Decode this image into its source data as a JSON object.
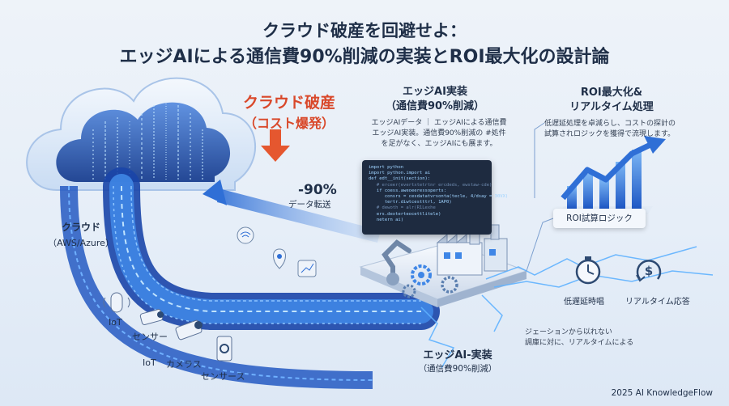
{
  "title": {
    "line1": "クラウド破産を回避せよ：",
    "line2": "エッジAIによる通信費90%削減の実装とROI最大化の設計論"
  },
  "cloud_bust": {
    "line1": "クラウド破産",
    "line2": "（コスト爆発）"
  },
  "cloud": {
    "label": "クラウド",
    "sub": "（AWS/Azure）"
  },
  "reduction": {
    "value": "-90%",
    "label": "データ転送"
  },
  "edge_impl": {
    "title1": "エッジAI実装",
    "title2": "（通信費90%削減）",
    "desc1": "エッジAIデータ ｜ エッジAIによる通信費",
    "desc2": "エッジAI実装。通信費90%削減の #処件",
    "desc3": "を足がなく、エッジAIにも展ます。"
  },
  "code_lines": [
    "import python",
    "import python.import ai",
    "",
    "def edt__init(section):",
    "   # erceer(evertxtetrtnr ercdeds, ewstaw-cde)",
    "   if coess.aweoeeressoperts:",
    "      consrs = cesdatatvrsonta(tecle, 4/dsay = 30VX)",
    "      tertr.diwtcestttrl, 1AP0)",
    "",
    "   # dewoth = alr(R1Lexhe",
    "   ers.dexterteocettlitele)",
    "   netern ai)"
  ],
  "roi": {
    "title1": "ROI最大化&",
    "title2": "リアルタイム処理",
    "desc1": "低遅延処理を卓減らし、コストの探計の",
    "desc2": "試算されロジックを獲得で流現します。",
    "logic": "ROI試算ロジック",
    "latency": "低遅延時唱",
    "realtime": "リアルタイム応答"
  },
  "devices": {
    "iot1": "IoT",
    "sensor": "センサー",
    "iot2": "IoT",
    "camera": "カメラス",
    "sensors": "センサース"
  },
  "edge_bottom": {
    "title": "エッジAI-実装",
    "sub": "（通信費90%削減）"
  },
  "note": {
    "line1": "ジェーションから以れない",
    "line2": "調庫に対に、リアルタイムによる"
  },
  "footer": "2025 AI KnowledgeFlow",
  "colors": {
    "accent": "#2f6fd6",
    "alert": "#d9482a",
    "dark": "#1f2f48"
  }
}
